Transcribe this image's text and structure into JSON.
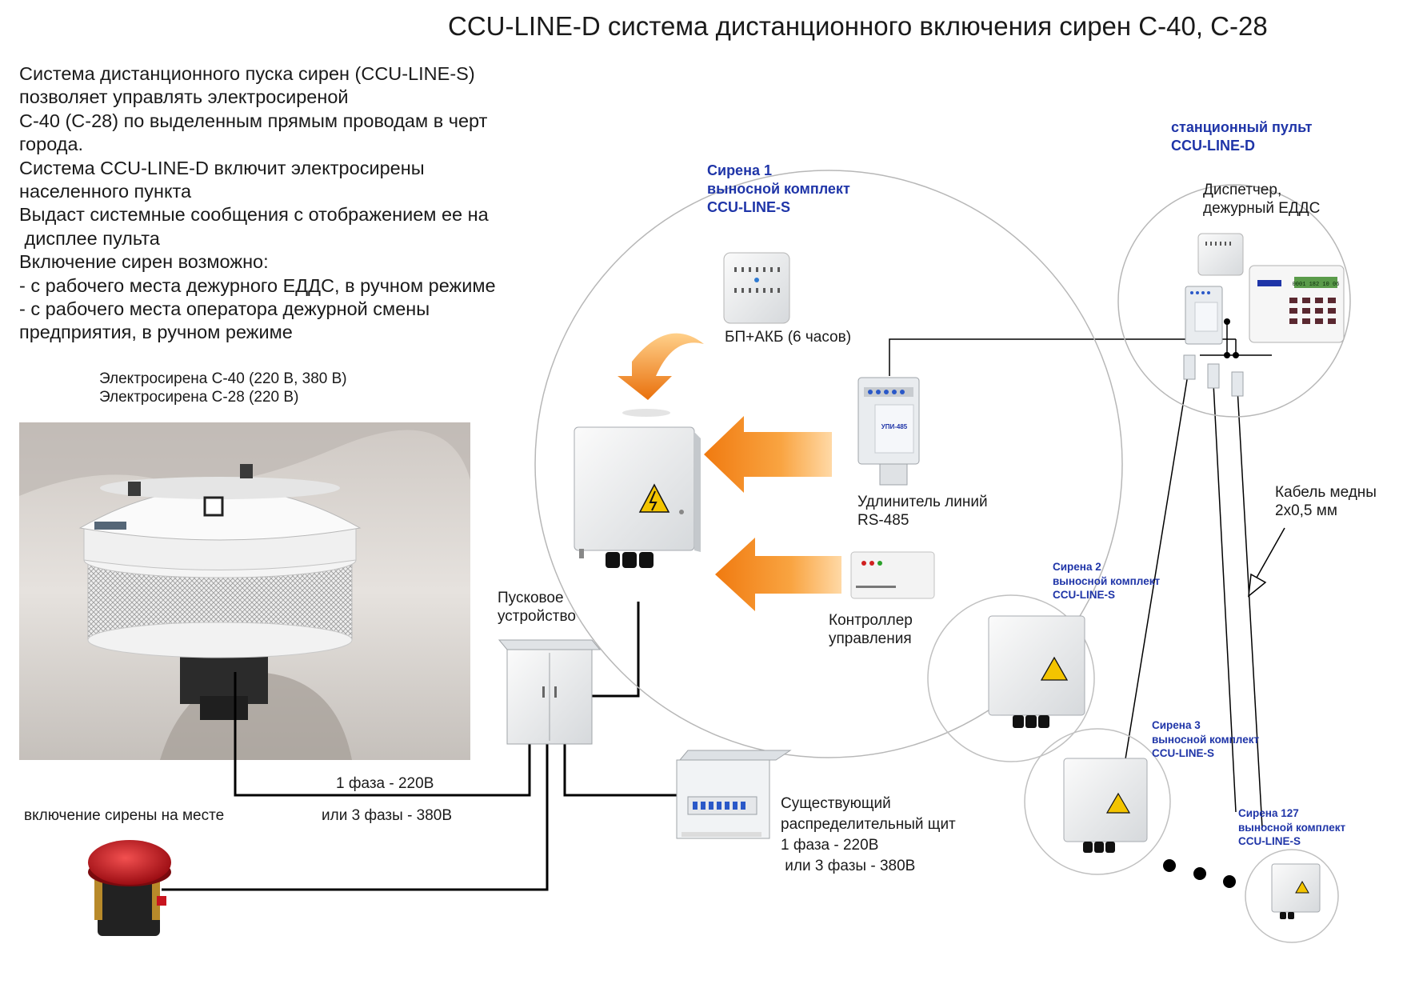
{
  "title": "CCU-LINE-D система дистанционного включения сирен С-40, С-28",
  "intro_lines": [
    "Система дистанционного пуска сирен  (CCU-LINE-S)",
    "позволяет управлять электросиреной",
    "С-40 (С-28) по выделенным прямым проводам в черт",
    "города.",
    "Система CCU-LINE-D включит электросирены",
    "населенного пункта",
    "Выдаст системные сообщения с отображением ее на",
    " дисплее пульта",
    "Включение сирен возможно:",
    "- с рабочего места дежурного ЕДДС, в ручном режиме",
    "- с рабочего места оператора дежурной смены",
    "предприятия, в ручном режиме"
  ],
  "siren_caption": [
    "Электросирена С-40 (220 В, 380 В)",
    "Электросирена С-28 (220 В)"
  ],
  "labels": {
    "local_activation": "включение сирены на месте",
    "phase1": "1 фаза - 220В",
    "phase3": "или 3 фазы - 380В",
    "starter": [
      "Пусковое",
      "устройство"
    ],
    "panel": [
      "Существующий",
      "распределительный щит",
      "1 фаза - 220В",
      " или 3 фазы - 380В"
    ],
    "psu": "БП+АКБ (6 часов)",
    "extender": [
      "Удлинитель линий",
      "RS-485"
    ],
    "controller": [
      "Контроллер",
      "управления"
    ],
    "dispatcher": [
      "Диспетчер,",
      "дежурный ЕДДС"
    ],
    "cable": [
      "Кабель медны",
      "2х0,5 мм"
    ]
  },
  "kits": {
    "siren1": [
      "Сирена 1",
      "выносной комплект",
      "CCU-LINE-S"
    ],
    "console": [
      "станционный пульт",
      "CCU-LINE-D"
    ],
    "siren2": [
      "Сирена 2",
      "выносной комплект",
      "CCU-LINE-S"
    ],
    "siren3": [
      "Сирена 3",
      "выносной комплект",
      "CCU-LINE-S"
    ],
    "siren127": [
      "Сирена 127",
      "выносной комплект",
      "CCU-LINE-S"
    ]
  },
  "device_text": {
    "extender_model": "УПИ-485",
    "console_display": "0001 182 10 06"
  },
  "colors": {
    "accent_blue": "#1f35a8",
    "arrow_orange": "#f28a1a",
    "button_red": "#c8141e"
  }
}
